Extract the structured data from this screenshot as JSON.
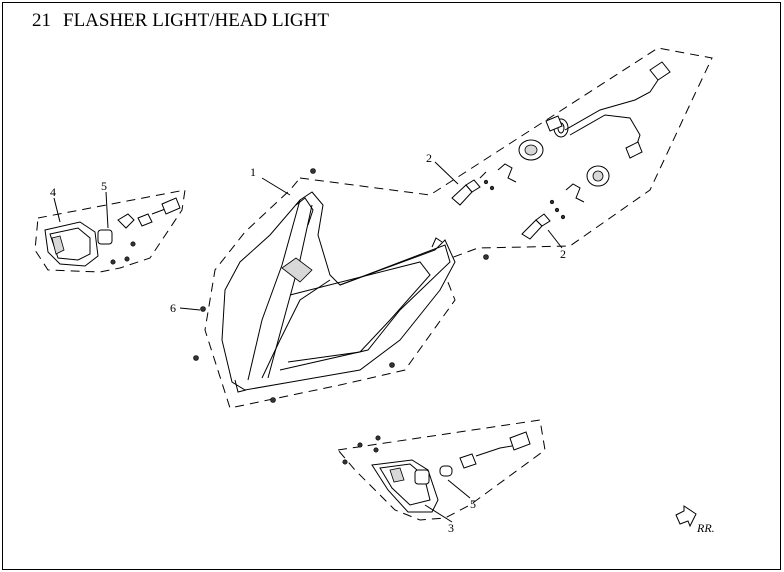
{
  "title": {
    "number": "21",
    "text": "FLASHER LIGHT/HEAD LIGHT"
  },
  "callouts": [
    {
      "id": "1",
      "text": "1"
    },
    {
      "id": "2a",
      "text": "2"
    },
    {
      "id": "2b",
      "text": "2"
    },
    {
      "id": "3",
      "text": "3"
    },
    {
      "id": "4",
      "text": "4"
    },
    {
      "id": "5a",
      "text": "5"
    },
    {
      "id": "5b",
      "text": "5"
    },
    {
      "id": "6",
      "text": "6"
    }
  ],
  "direction_indicator": {
    "text": "RR.",
    "icon": "arrow-right-outline-icon"
  }
}
